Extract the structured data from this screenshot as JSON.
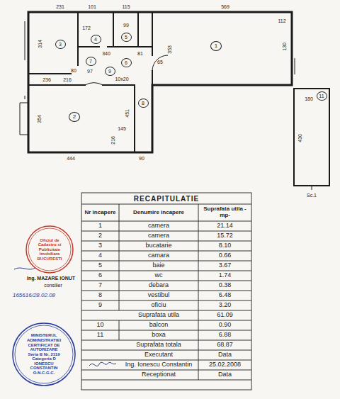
{
  "diagram": {
    "title": "RECAPITULATIE",
    "nodes": [
      {
        "text": [
          "Oficiul de Cadastru si Publicitate Imobiliara",
          "BUCURESTI"
        ]
      },
      {
        "text": [
          "MINISTERUL ADMINISTRATIEI",
          "CERTIFICAT DE AUTORIZARE",
          "Seria B Nr. 2119",
          "Categoria D",
          "IONESCU CONSTANTIN",
          "O.N.C.G.C."
        ]
      }
    ],
    "labels": [
      "231",
      "101",
      "115",
      "569",
      "112",
      "314",
      "3",
      "172",
      "4",
      "5",
      "99",
      "340",
      "81",
      "6",
      "7",
      "80",
      "97",
      "216",
      "236",
      "353",
      "1",
      "130",
      "65",
      "9",
      "8",
      "10x20",
      "451",
      "145",
      "2",
      "354",
      "216",
      "444",
      "90",
      "180",
      "430",
      "11",
      "Sc.1",
      "Ing. MAZARE IONUT",
      "consilier",
      "165616/28.02.08",
      "Nr incapere",
      "Denumire incapere",
      "Suprafata utila -mp-",
      "1",
      "camera",
      "21.14",
      "2",
      "camera",
      "15.72",
      "3",
      "bucatarie",
      "8.10",
      "4",
      "camara",
      "0.66",
      "5",
      "baie",
      "3.67",
      "6",
      "wc",
      "1.74",
      "7",
      "debara",
      "0.38",
      "8",
      "vestibul",
      "6.48",
      "9",
      "oficiu",
      "3.20",
      "Suprafata utila",
      "61.09",
      "10",
      "balcon",
      "0.90",
      "11",
      "boxa",
      "6.88",
      "Suprafata totala",
      "68.87",
      "Executant",
      "Data",
      "Ing. Ionescu Constantin",
      "25.02.2008",
      "Receptionat",
      "Data"
    ]
  }
}
